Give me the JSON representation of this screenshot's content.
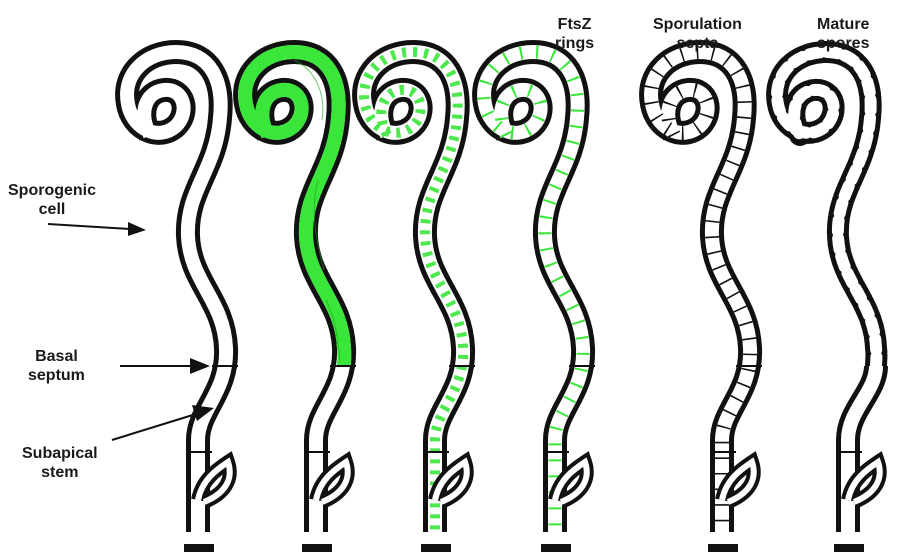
{
  "labels": {
    "sporogenic_1": "Sporogenic",
    "sporogenic_2": "cell",
    "basal_1": "Basal",
    "basal_2": "septum",
    "subapical_1": "Subapical",
    "subapical_2": "stem",
    "ftsz_1": "FtsZ",
    "ftsz_2": "rings",
    "sporulation_1": "Sporulation",
    "sporulation_2": "septa",
    "mature_1": "Mature",
    "mature_2": "spores"
  },
  "colors": {
    "outline": "#111111",
    "fluorescence": "#39e639",
    "fluorescence_dark": "#1e9e1e"
  }
}
